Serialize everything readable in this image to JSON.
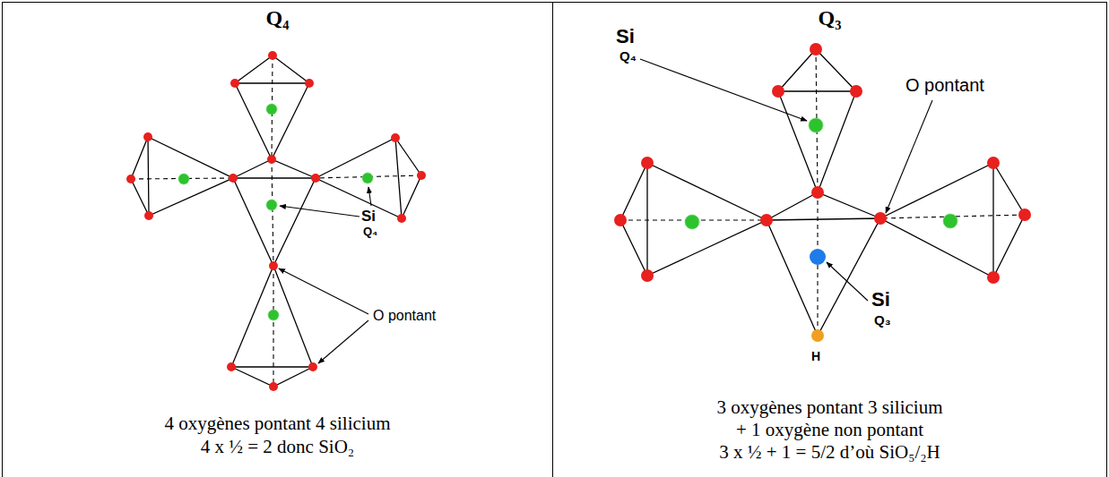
{
  "diagram": {
    "nodes": [
      {
        "text": [
          "Q₄",
          "4 oxygènes pontant 4 silicium",
          "4 x ½ = 2 donc SiO₂"
        ]
      },
      {
        "text": [
          "Q₃",
          "3 oxygènes pontant 3 silicium",
          "+ 1 oxygène non pontant",
          "3 x ½ + 1 = 5/2 d’où SiO₅/₂H"
        ]
      }
    ],
    "labels": [
      "Si",
      "Q₄",
      "O pontant",
      "Si",
      "Q₄",
      "O pontant",
      "Si",
      "Q₃",
      "H"
    ]
  }
}
